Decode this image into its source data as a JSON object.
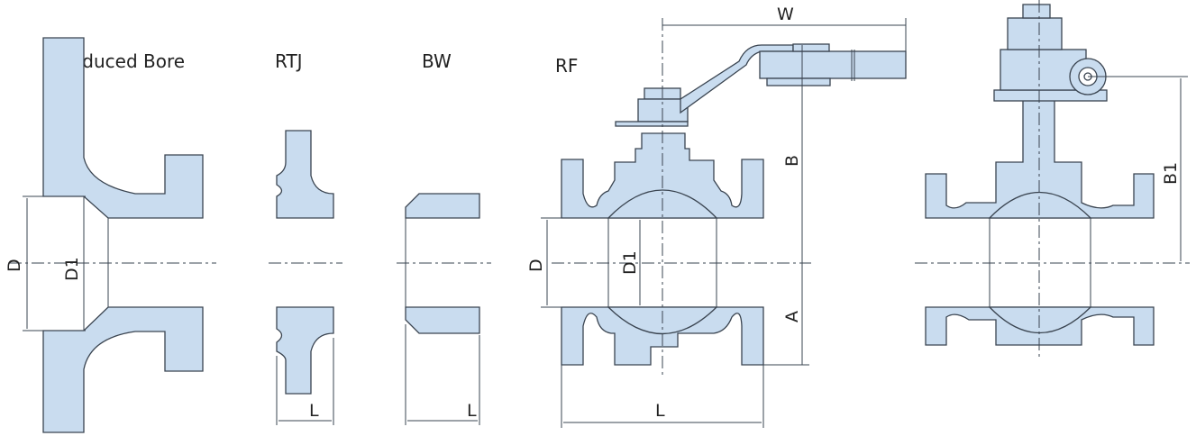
{
  "labels": {
    "reduced_bore": "Reduced Bore",
    "rtj": "RTJ",
    "bw": "BW",
    "rf": "RF"
  },
  "dimensions": {
    "w": "W",
    "b": "B",
    "a": "A",
    "d": "D",
    "d1": "D1",
    "l": "L",
    "b1": "B1"
  },
  "colors": {
    "body_fill": "#c9dcef",
    "outline": "#3a4450"
  }
}
